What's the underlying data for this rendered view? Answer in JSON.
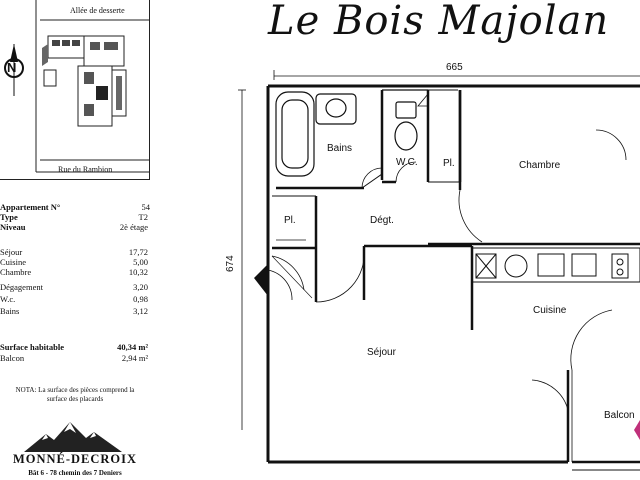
{
  "header": {
    "title": "Le Bois Majolan"
  },
  "site_map": {
    "top_street": "Allée de desserte",
    "bottom_street": "Rue du Rambion",
    "compass_label": "N"
  },
  "apartment": {
    "number_label": "Appartement N°",
    "number": "54",
    "type_label": "Type",
    "type": "T2",
    "level_label": "Niveau",
    "level": "2è étage",
    "rooms": [
      {
        "name": "Séjour",
        "area": "17,72"
      },
      {
        "name": "Cuisine",
        "area": "5,00"
      },
      {
        "name": "Chambre",
        "area": "10,32"
      },
      {
        "name": "Dégagement",
        "area": "3,20"
      },
      {
        "name": "W.c.",
        "area": "0,98"
      },
      {
        "name": "Bains",
        "area": "3,12"
      }
    ],
    "surface_label": "Surface habitable",
    "surface": "40,34  m²",
    "balcony_label": "Balcon",
    "balcony": "2,94  m²"
  },
  "note": {
    "line1": "NOTA: La surface des pièces comprend la",
    "line2": "surface des placards"
  },
  "company": {
    "name": "MONNÉ-DECROIX",
    "address": "Bât 6 - 78 chemin des 7 Deniers"
  },
  "plan": {
    "width_dim": "665",
    "height_dim": "674",
    "labels": {
      "bains": "Bains",
      "wc": "W.C.",
      "pl_top": "Pl.",
      "chambre": "Chambre",
      "degt": "Dégt.",
      "pl_left": "Pl.",
      "cuisine": "Cuisine",
      "sejour": "Séjour",
      "balcon": "Balcon"
    }
  }
}
